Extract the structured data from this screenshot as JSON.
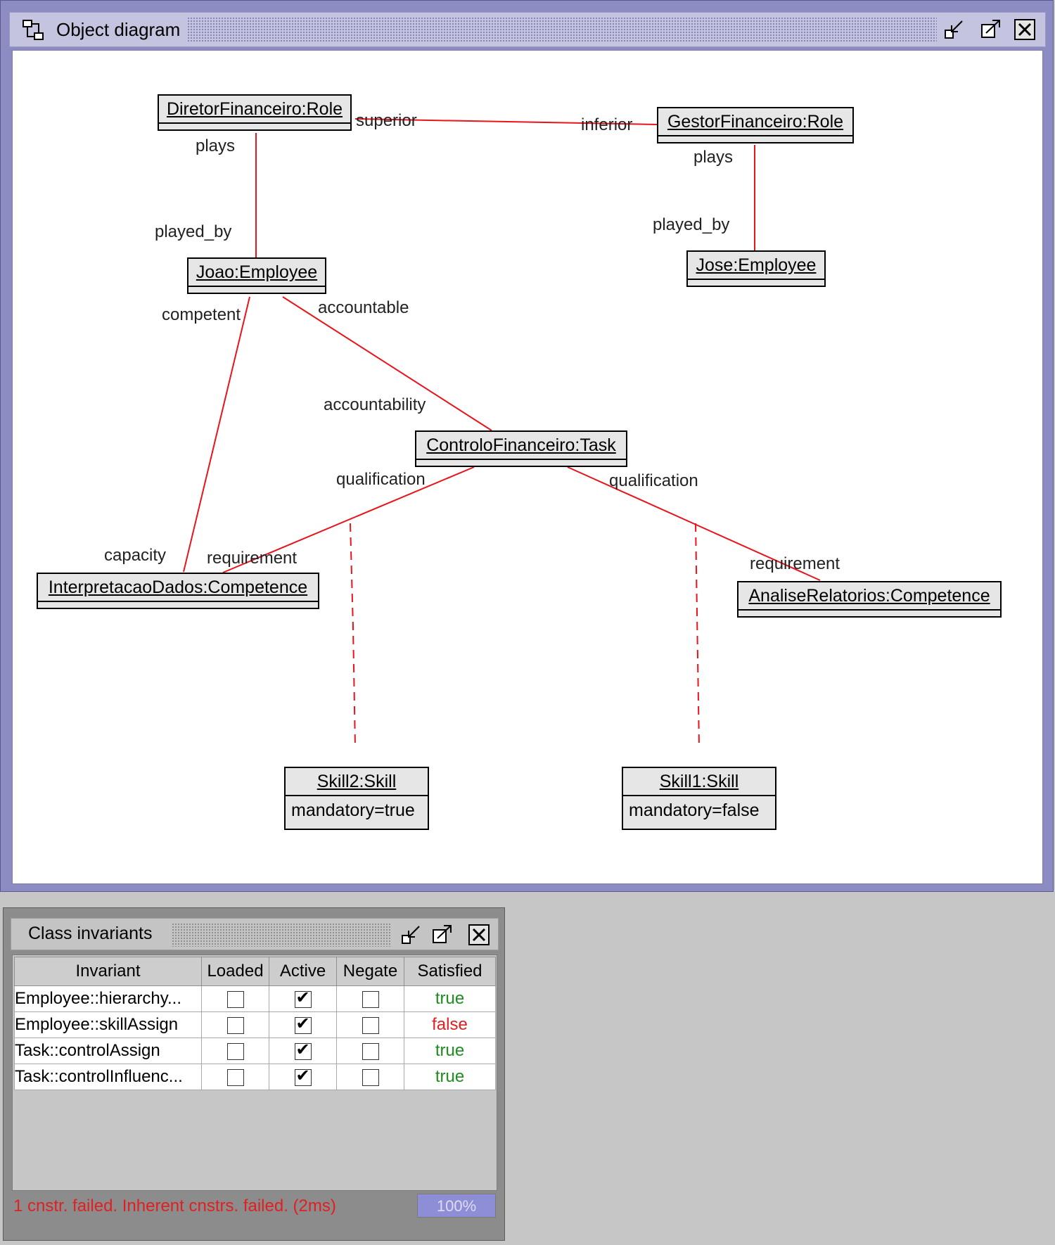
{
  "object_diagram": {
    "title": "Object diagram",
    "objects": {
      "diretor": {
        "name": "DiretorFinanceiro:Role"
      },
      "gestor": {
        "name": "GestorFinanceiro:Role"
      },
      "joao": {
        "name": "Joao:Employee"
      },
      "jose": {
        "name": "Jose:Employee"
      },
      "controlo": {
        "name": "ControloFinanceiro:Task"
      },
      "interpretacao": {
        "name": "InterpretacaoDados:Competence"
      },
      "analise": {
        "name": "AnaliseRelatorios:Competence"
      },
      "skill2": {
        "name": "Skill2:Skill",
        "attribute": "mandatory=true"
      },
      "skill1": {
        "name": "Skill1:Skill",
        "attribute": "mandatory=false"
      }
    },
    "roles": {
      "superior": "superior",
      "inferior": "inferior",
      "plays_left": "plays",
      "played_by_left": "played_by",
      "plays_right": "plays",
      "played_by_right": "played_by",
      "competent": "competent",
      "accountable": "accountable",
      "accountability": "accountability",
      "qualification_left": "qualification",
      "qualification_right": "qualification",
      "capacity": "capacity",
      "requirement_left": "requirement",
      "requirement_right": "requirement"
    },
    "link_color": "#e8141c"
  },
  "class_invariants": {
    "title": "Class invariants",
    "columns": [
      "Invariant",
      "Loaded",
      "Active",
      "Negate",
      "Satisfied"
    ],
    "rows": [
      {
        "invariant": "Employee::hierarchy...",
        "loaded": false,
        "active": true,
        "negate": false,
        "satisfied": "true"
      },
      {
        "invariant": "Employee::skillAssign",
        "loaded": false,
        "active": true,
        "negate": false,
        "satisfied": "false"
      },
      {
        "invariant": "Task::controlAssign",
        "loaded": false,
        "active": true,
        "negate": false,
        "satisfied": "true"
      },
      {
        "invariant": "Task::controlInfluenc...",
        "loaded": false,
        "active": true,
        "negate": false,
        "satisfied": "true"
      }
    ],
    "status_text": "1 cnstr. failed. Inherent cnstrs. failed. (2ms)",
    "progress_label": "100%",
    "progress_fraction": 1.0
  },
  "icons": {
    "app": "diagram-icon",
    "minimize": "minimize-icon",
    "maximize": "maximize-icon",
    "close": "close-icon"
  },
  "colors": {
    "true_color": "#1e8c1e",
    "false_color": "#e02020",
    "status_color": "#e02020"
  }
}
